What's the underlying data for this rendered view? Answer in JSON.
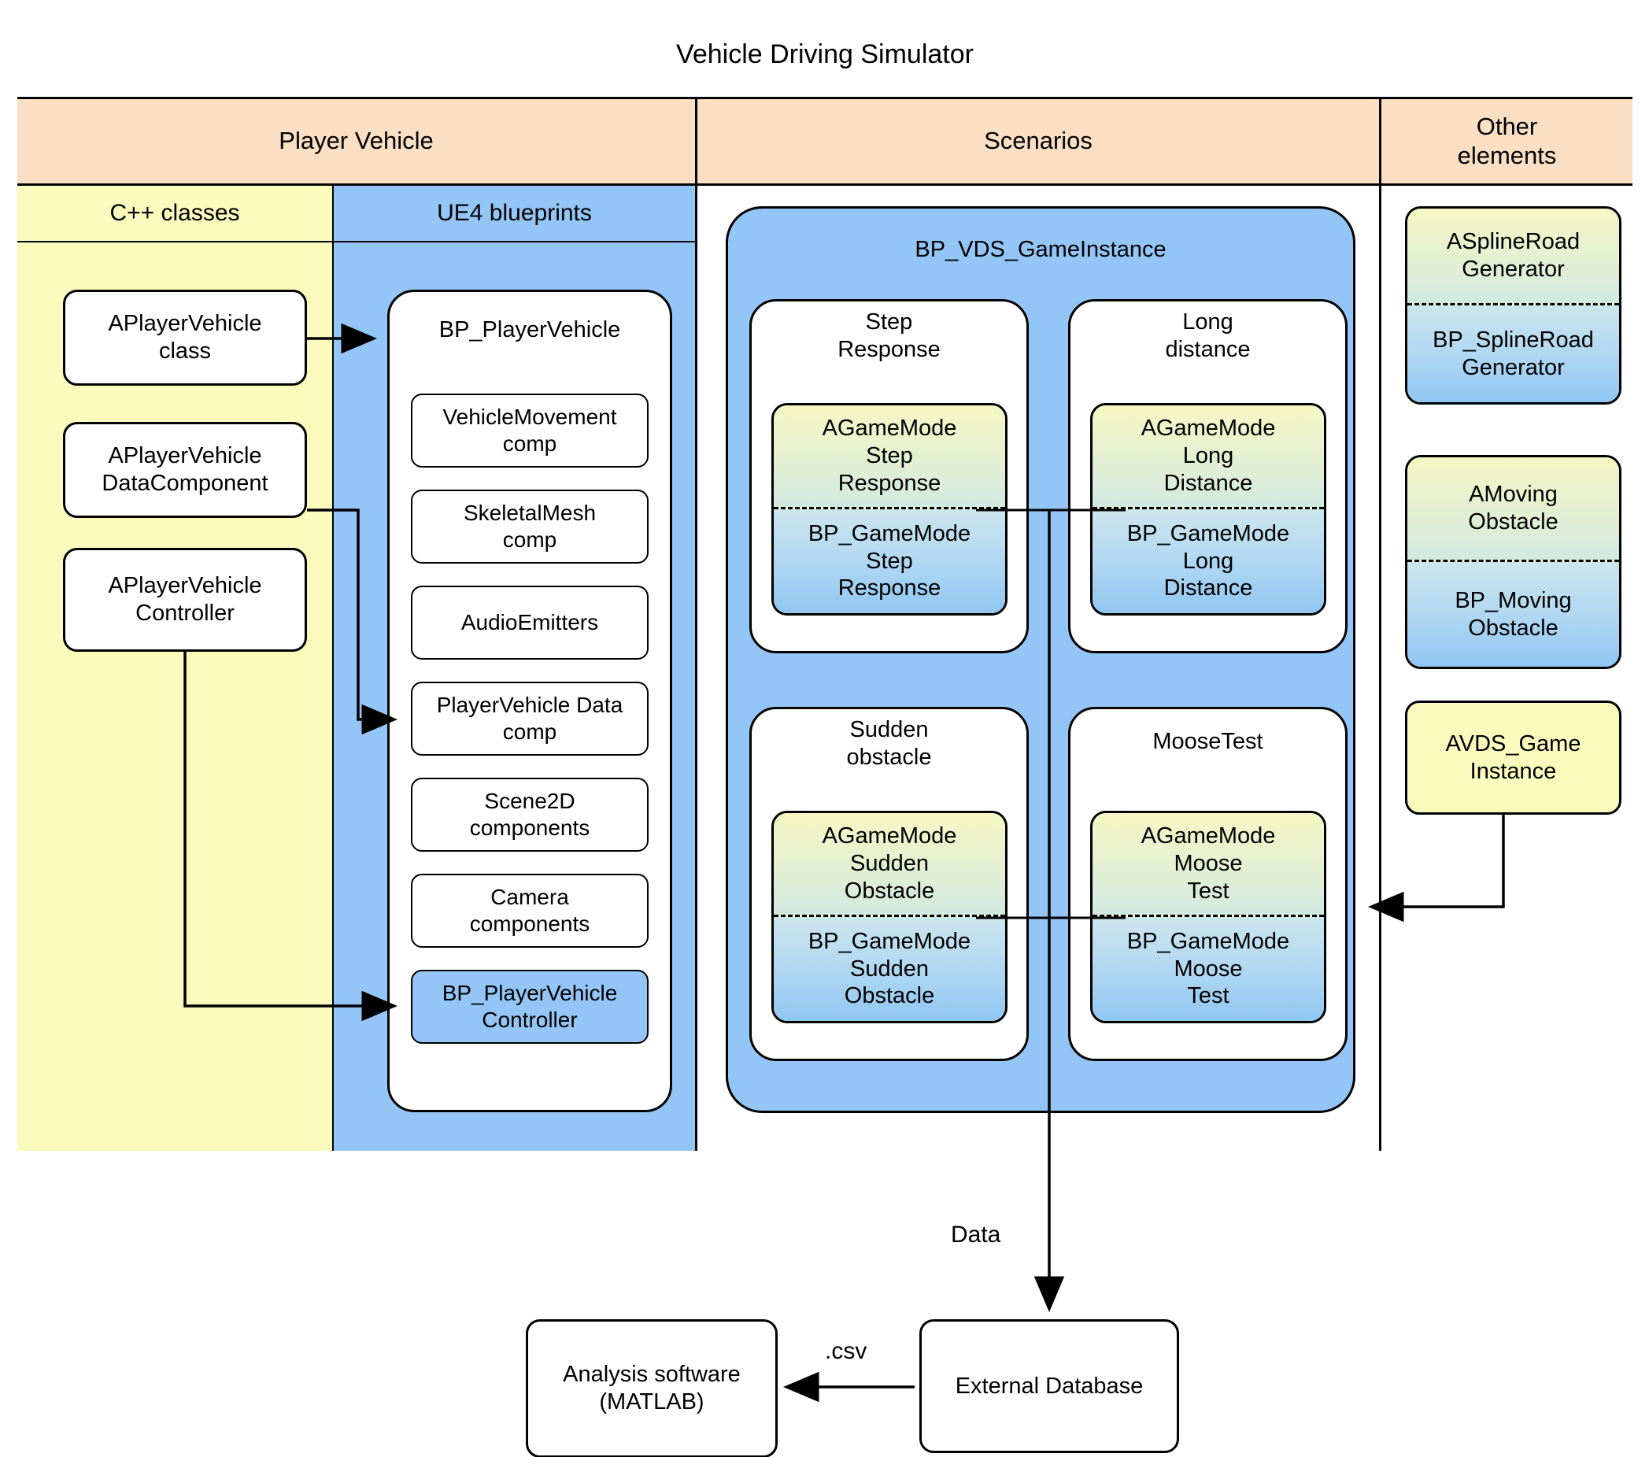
{
  "diagram": {
    "title": "Vehicle Driving Simulator",
    "groups": {
      "player_vehicle": "Player Vehicle",
      "scenarios": "Scenarios",
      "other_elements": "Other\nelements",
      "other_elements_l1": "Other",
      "other_elements_l2": "elements"
    },
    "columns": {
      "cpp_classes": "C++ classes",
      "ue4_blueprints": "UE4 blueprints"
    },
    "cpp_nodes": [
      {
        "label": "APlayerVehicle\nclass",
        "l1": "APlayerVehicle",
        "l2": "class"
      },
      {
        "label": "APlayerVehicle\nDataComponent",
        "l1": "APlayerVehicle",
        "l2": "DataComponent"
      },
      {
        "label": "APlayerVehicle\nController",
        "l1": "APlayerVehicle",
        "l2": "Controller"
      }
    ],
    "bp_player_vehicle": {
      "title": "BP_PlayerVehicle",
      "components": [
        {
          "l1": "VehicleMovement",
          "l2": "comp",
          "style": "white"
        },
        {
          "l1": "SkeletalMesh",
          "l2": "comp",
          "style": "white"
        },
        {
          "l1": "AudioEmitters",
          "l2": "",
          "style": "white"
        },
        {
          "l1": "PlayerVehicle Data",
          "l2": "comp",
          "style": "white"
        },
        {
          "l1": "Scene2D",
          "l2": "components",
          "style": "white"
        },
        {
          "l1": "Camera",
          "l2": "components",
          "style": "white"
        },
        {
          "l1": "BP_PlayerVehicle",
          "l2": "Controller",
          "style": "blue"
        }
      ]
    },
    "game_instance": {
      "title": "BP_VDS_GameInstance",
      "scenarios": [
        {
          "name_l1": "Step",
          "name_l2": "Response",
          "class_lines": [
            "AGameMode",
            "Step",
            "Response"
          ],
          "blueprint_lines": [
            "BP_GameMode",
            "Step",
            "Response"
          ]
        },
        {
          "name_l1": "Long",
          "name_l2": "distance",
          "class_lines": [
            "AGameMode",
            "Long",
            "Distance"
          ],
          "blueprint_lines": [
            "BP_GameMode",
            "Long",
            "Distance"
          ]
        },
        {
          "name_l1": "Sudden",
          "name_l2": "obstacle",
          "class_lines": [
            "AGameMode",
            "Sudden",
            "Obstacle"
          ],
          "blueprint_lines": [
            "BP_GameMode",
            "Sudden",
            "Obstacle"
          ]
        },
        {
          "name_l1": "MooseTest",
          "name_l2": "",
          "class_lines": [
            "AGameMode",
            "Moose",
            "Test"
          ],
          "blueprint_lines": [
            "BP_GameMode",
            "Moose",
            "Test"
          ]
        }
      ]
    },
    "other_nodes": [
      {
        "type": "split",
        "top_l1": "ASplineRoad",
        "top_l2": "Generator",
        "bot_l1": "BP_SplineRoad",
        "bot_l2": "Generator"
      },
      {
        "type": "split",
        "top_l1": "AMoving",
        "top_l2": "Obstacle",
        "bot_l1": "BP_Moving",
        "bot_l2": "Obstacle"
      },
      {
        "type": "yellow",
        "l1": "AVDS_Game",
        "l2": "Instance"
      }
    ],
    "bottom": {
      "external_database": "External Database",
      "analysis_software_l1": "Analysis software",
      "analysis_software_l2": "(MATLAB)",
      "edge_data": "Data",
      "edge_csv": ".csv"
    },
    "colors": {
      "group_band": "#fbdfc4",
      "cpp_column": "#fbfbbe",
      "ue4_column": "#93c5f7",
      "class_gradient_top": "#f6f7c4",
      "blueprint_gradient_bottom": "#8fc6f2",
      "outline": "#000000"
    }
  }
}
